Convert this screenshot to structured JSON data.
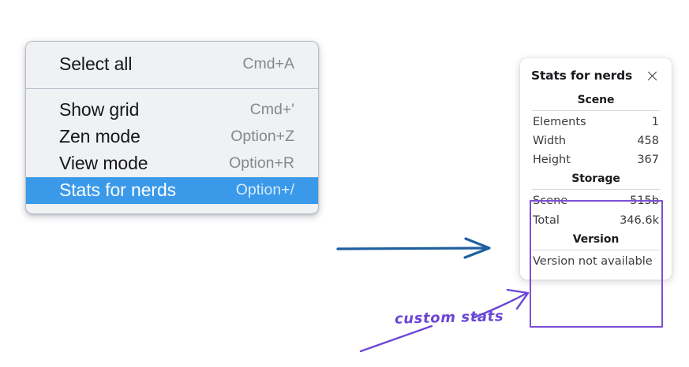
{
  "context_menu": {
    "groups": [
      {
        "items": [
          {
            "label": "Select all",
            "shortcut": "Cmd+A",
            "selected": false
          }
        ]
      },
      {
        "items": [
          {
            "label": "Show grid",
            "shortcut": "Cmd+'",
            "selected": false
          },
          {
            "label": "Zen mode",
            "shortcut": "Option+Z",
            "selected": false
          },
          {
            "label": "View mode",
            "shortcut": "Option+R",
            "selected": false
          },
          {
            "label": "Stats for nerds",
            "shortcut": "Option+/",
            "selected": true
          }
        ]
      }
    ],
    "highlight_color": "#3a99e8"
  },
  "stats_panel": {
    "title": "Stats for nerds",
    "close_icon": "close-icon",
    "sections": [
      {
        "title": "Scene",
        "rows": [
          {
            "key": "Elements",
            "value": "1"
          },
          {
            "key": "Width",
            "value": "458"
          },
          {
            "key": "Height",
            "value": "367"
          }
        ]
      },
      {
        "title": "Storage",
        "rows": [
          {
            "key": "Scene",
            "value": "515b"
          },
          {
            "key": "Total",
            "value": "346.6k"
          }
        ]
      },
      {
        "title": "Version",
        "note": "Version not available"
      }
    ]
  },
  "annotations": {
    "handwritten_label": "custom stats",
    "highlight_color": "#7c4fd4",
    "arrow_color": "#1f5fa0"
  }
}
